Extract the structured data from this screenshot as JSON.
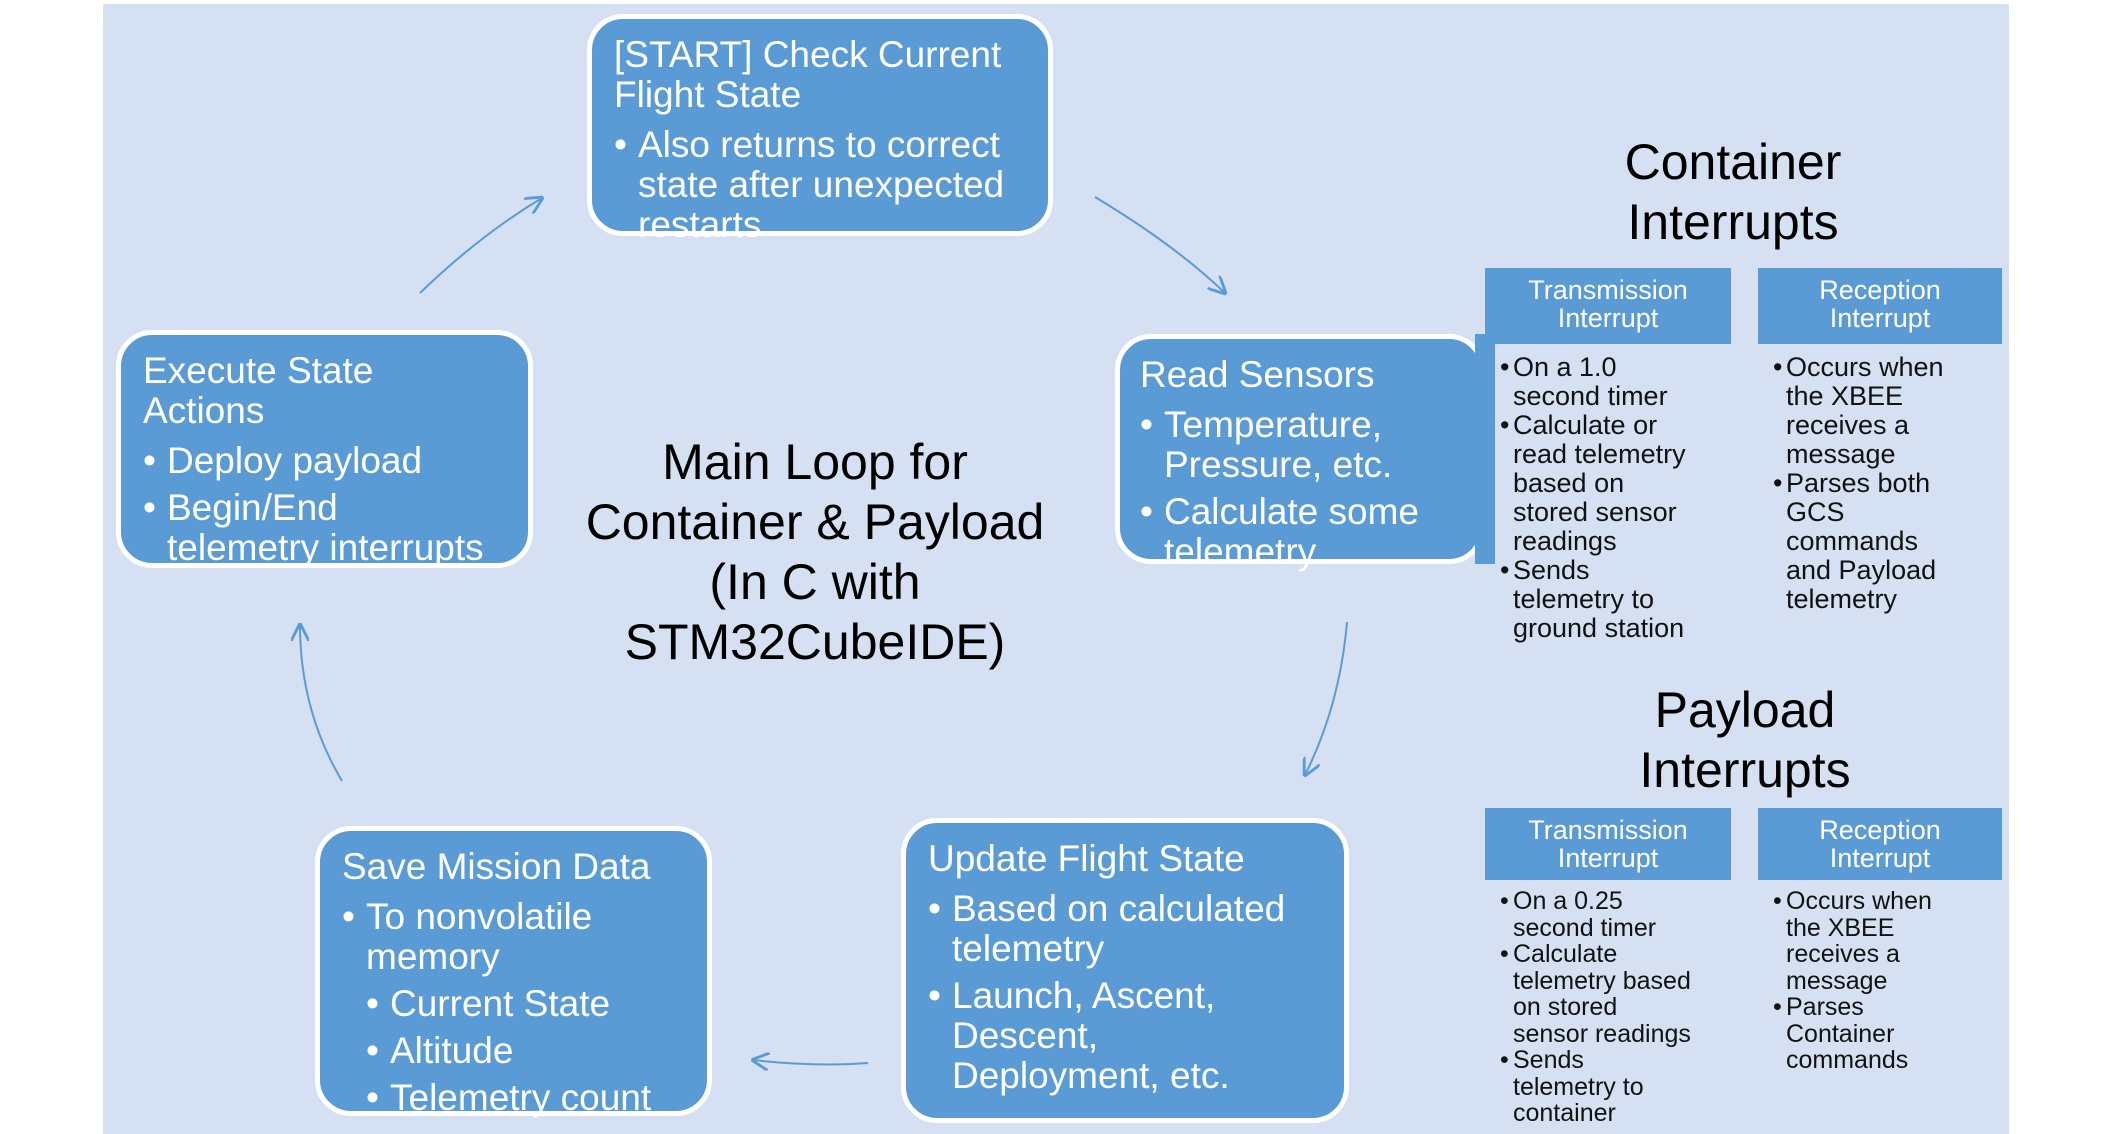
{
  "diagram": {
    "title_lines": [
      "Main Loop for",
      "Container & Payload",
      "(In C with",
      "STM32CubeIDE)"
    ],
    "nodes": {
      "start": {
        "title_lines": [
          "[START] Check Current",
          "Flight State"
        ],
        "bullets": [
          [
            "Also returns to correct",
            "state after unexpected",
            "restarts"
          ]
        ]
      },
      "read_sensors": {
        "title_lines": [
          "Read Sensors"
        ],
        "bullets": [
          [
            "Temperature,",
            "Pressure, etc."
          ],
          [
            "Calculate some",
            "telemetry"
          ]
        ]
      },
      "update_state": {
        "title_lines": [
          "Update Flight State"
        ],
        "bullets": [
          [
            "Based on calculated",
            "telemetry"
          ],
          [
            "Launch, Ascent,",
            "Descent,",
            "Deployment, etc."
          ]
        ]
      },
      "save_data": {
        "title_lines": [
          "Save Mission Data"
        ],
        "bullets": [
          [
            "To nonvolatile",
            "memory"
          ]
        ],
        "sub_bullets": [
          "Current State",
          "Altitude",
          "Telemetry count"
        ]
      },
      "execute": {
        "title_lines": [
          "Execute State",
          "Actions"
        ],
        "bullets": [
          [
            "Deploy payload"
          ],
          [
            "Begin/End",
            "telemetry interrupts"
          ]
        ]
      }
    },
    "container_interrupts": {
      "title_lines": [
        "Container",
        "Interrupts"
      ],
      "transmission": {
        "header_lines": [
          "Transmission",
          "Interrupt"
        ],
        "items": [
          [
            "On a 1.0",
            "second timer"
          ],
          [
            "Calculate or",
            "read telemetry",
            "based on",
            "stored sensor",
            "readings"
          ],
          [
            "Sends",
            "telemetry to",
            "ground station"
          ]
        ]
      },
      "reception": {
        "header_lines": [
          "Reception",
          "Interrupt"
        ],
        "items": [
          [
            "Occurs when",
            "the XBEE",
            "receives a",
            "message"
          ],
          [
            "Parses both",
            "GCS",
            "commands",
            "and Payload",
            "telemetry"
          ]
        ]
      }
    },
    "payload_interrupts": {
      "title_lines": [
        "Payload",
        "Interrupts"
      ],
      "transmission": {
        "header_lines": [
          "Transmission",
          "Interrupt"
        ],
        "items": [
          [
            "On a 0.25",
            "second timer"
          ],
          [
            "Calculate",
            "telemetry based",
            "on stored",
            "sensor readings"
          ],
          [
            "Sends",
            "telemetry to",
            "container"
          ]
        ]
      },
      "reception": {
        "header_lines": [
          "Reception",
          "Interrupt"
        ],
        "items": [
          [
            "Occurs when",
            "the XBEE",
            "receives a",
            "message"
          ],
          [
            "Parses",
            "Container",
            "commands"
          ]
        ]
      }
    },
    "colors": {
      "background": "#d5e0f2",
      "node_fill": "#5b9bd5",
      "node_border": "#ffffff",
      "arrow": "#5b9bd5"
    }
  }
}
